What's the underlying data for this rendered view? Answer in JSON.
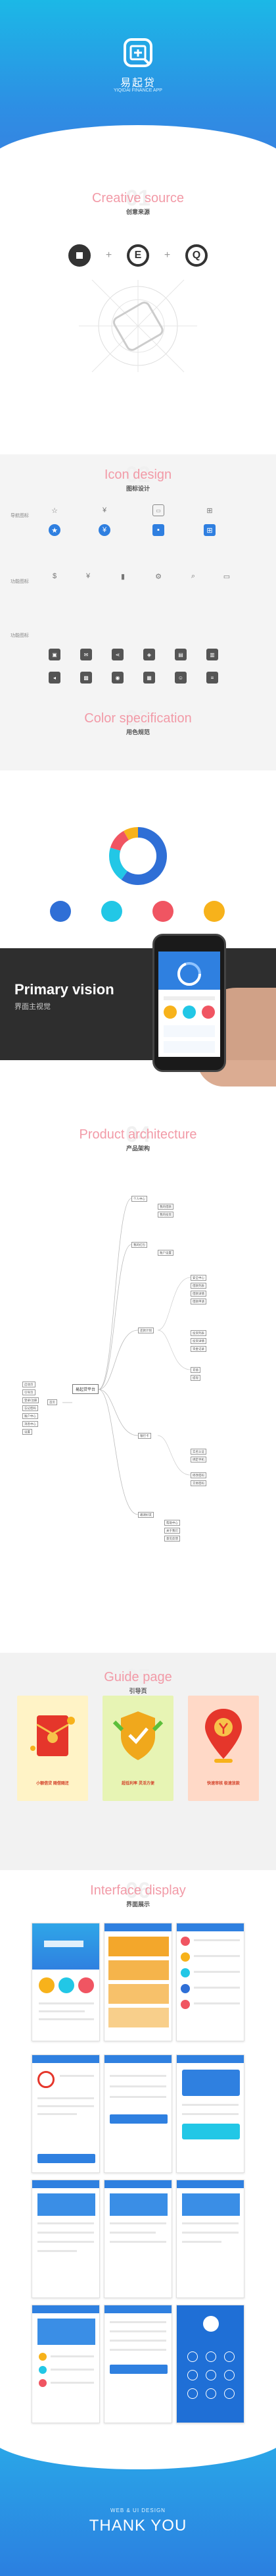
{
  "hero": {
    "app_name": "易起贷",
    "subtitle": "YIQIDAI FINANCE APP"
  },
  "sections": {
    "creative": {
      "number": "01",
      "en": "Creative source",
      "cn": "创意来源"
    },
    "icon": {
      "number": "02",
      "en": "Icon design",
      "cn": "图标设计"
    },
    "color": {
      "number": "03",
      "en": "Color specification",
      "cn": "用色规范"
    },
    "architecture": {
      "number": "04",
      "en": "Product architecture",
      "cn": "产品架构"
    },
    "guide": {
      "number": "05",
      "en": "Guide page",
      "cn": "引导页"
    },
    "interface": {
      "number": "06",
      "en": "Interface display",
      "cn": "界面展示"
    }
  },
  "creative_source": {
    "letters": [
      "",
      "E",
      "Q"
    ]
  },
  "icon_rows": {
    "row1": "导航图标",
    "row2": "功能图标",
    "row3": "功能图标"
  },
  "colors": [
    "#2f6fd6",
    "#22c7e6",
    "#f05562",
    "#f7b21b"
  ],
  "vision": {
    "title": "Primary vision",
    "subtitle": "界面主视觉"
  },
  "architecture": {
    "root": "易起贷平台",
    "left": [
      "启动页",
      "引导页",
      "登录/注册",
      "忘记密码",
      "账户中心",
      "消息中心",
      "设置"
    ],
    "left_hub": "首页",
    "branches": [
      "个人中心",
      "我的借款",
      "我的投资",
      "我的红包",
      "账户设置",
      "安全中心",
      "借款列表",
      "借款详情",
      "借款申请",
      "还款计划",
      "投资列表",
      "投资详情",
      "资金记录",
      "充值",
      "提现",
      "银行卡",
      "实名认证",
      "绑定手机",
      "修改密码",
      "交易密码",
      "邀请好友",
      "帮助中心",
      "关于我们",
      "意见反馈"
    ]
  },
  "guide": {
    "captions": [
      "小额借贷 随借随还",
      "超低利率 灵活方便",
      "快速审核 极速放款"
    ]
  },
  "footer": {
    "sub": "WEB & UI DESIGN",
    "main": "THANK YOU"
  }
}
